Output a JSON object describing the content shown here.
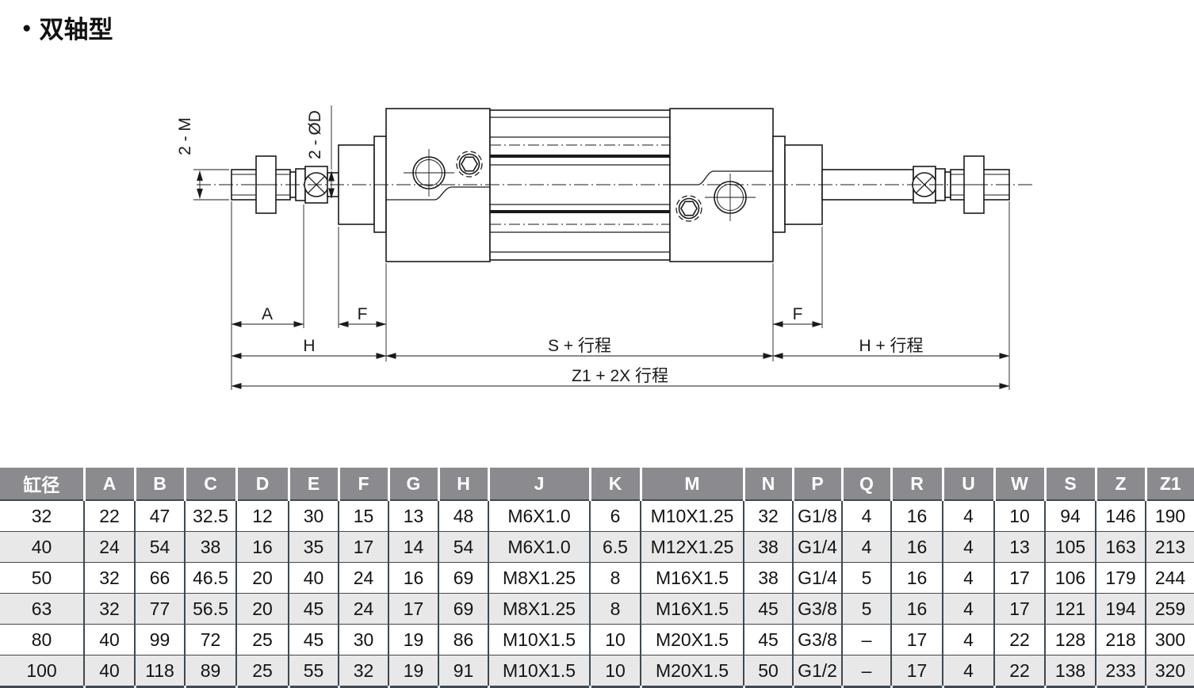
{
  "page": {
    "bullet": "●",
    "title": "双轴型"
  },
  "drawing": {
    "labels": {
      "thread_label": "2 - M",
      "rod_dia_label": "2 - ØD",
      "dim_a": "A",
      "dim_f_left": "F",
      "dim_h": "H",
      "dim_s_stroke": "S + 行程",
      "dim_f_right": "F",
      "dim_h_stroke": "H + 行程",
      "dim_z1_stroke": "Z1 + 2X 行程"
    }
  },
  "table": {
    "headers": [
      "缸径",
      "A",
      "B",
      "C",
      "D",
      "E",
      "F",
      "G",
      "H",
      "J",
      "K",
      "M",
      "N",
      "P",
      "Q",
      "R",
      "U",
      "W",
      "S",
      "Z",
      "Z1"
    ],
    "rows": [
      [
        "32",
        "22",
        "47",
        "32.5",
        "12",
        "30",
        "15",
        "13",
        "48",
        "M6X1.0",
        "6",
        "M10X1.25",
        "32",
        "G1/8",
        "4",
        "16",
        "4",
        "10",
        "94",
        "146",
        "190"
      ],
      [
        "40",
        "24",
        "54",
        "38",
        "16",
        "35",
        "17",
        "14",
        "54",
        "M6X1.0",
        "6.5",
        "M12X1.25",
        "38",
        "G1/4",
        "4",
        "16",
        "4",
        "13",
        "105",
        "163",
        "213"
      ],
      [
        "50",
        "32",
        "66",
        "46.5",
        "20",
        "40",
        "24",
        "16",
        "69",
        "M8X1.25",
        "8",
        "M16X1.5",
        "38",
        "G1/4",
        "5",
        "16",
        "4",
        "17",
        "106",
        "179",
        "244"
      ],
      [
        "63",
        "32",
        "77",
        "56.5",
        "20",
        "45",
        "24",
        "17",
        "69",
        "M8X1.25",
        "8",
        "M16X1.5",
        "45",
        "G3/8",
        "5",
        "16",
        "4",
        "17",
        "121",
        "194",
        "259"
      ],
      [
        "80",
        "40",
        "99",
        "72",
        "25",
        "45",
        "30",
        "19",
        "86",
        "M10X1.5",
        "10",
        "M20X1.5",
        "45",
        "G3/8",
        "–",
        "17",
        "4",
        "22",
        "128",
        "218",
        "300"
      ],
      [
        "100",
        "40",
        "118",
        "89",
        "25",
        "55",
        "32",
        "19",
        "91",
        "M10X1.5",
        "10",
        "M20X1.5",
        "50",
        "G1/2",
        "–",
        "17",
        "4",
        "22",
        "138",
        "233",
        "320"
      ]
    ],
    "colors": {
      "header_bg": "#8b8b8f",
      "header_text": "#ffffff",
      "row_alt_bg": "#e8e8e8",
      "grid": "#3d4a52",
      "next_section_bg": "#3d4a52",
      "line": "#1a1a1a"
    }
  }
}
